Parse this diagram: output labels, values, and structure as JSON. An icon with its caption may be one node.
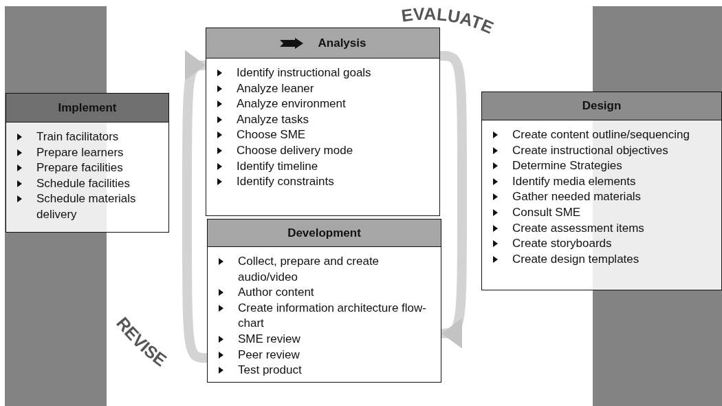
{
  "diagram": {
    "nodes": [
      {
        "text": [
          "Analysis",
          "Identify instructional goals",
          "Analyze leaner",
          "Analyze environment",
          "Analyze tasks",
          "Choose SME",
          "Choose delivery mode",
          "Identify timeline",
          "Identify constraints"
        ]
      },
      {
        "text": [
          "Implement",
          "Train facilitators",
          "Prepare learners",
          "Prepare facilities",
          "Schedule facilities",
          "Schedule materials delivery"
        ]
      },
      {
        "text": [
          "Design",
          "Create content outline/sequencing",
          "Create instructional objectives",
          "Determine Strategies",
          "Identify media elements",
          "Gather needed materials",
          "Consult SME",
          "Create assessment items",
          "Create storyboards",
          "Create design templates"
        ]
      },
      {
        "text": [
          "Development",
          "Collect, prepare and create audio/video",
          "Author content",
          "Create information architecture flow-chart",
          "SME review",
          "Peer review",
          "Test product"
        ]
      }
    ],
    "edges": [
      {
        "from": 0,
        "to": 3,
        "arrow": "to",
        "label": "EVALUATE"
      },
      {
        "from": 3,
        "to": 0,
        "arrow": "to",
        "label": "REVISE"
      }
    ]
  }
}
